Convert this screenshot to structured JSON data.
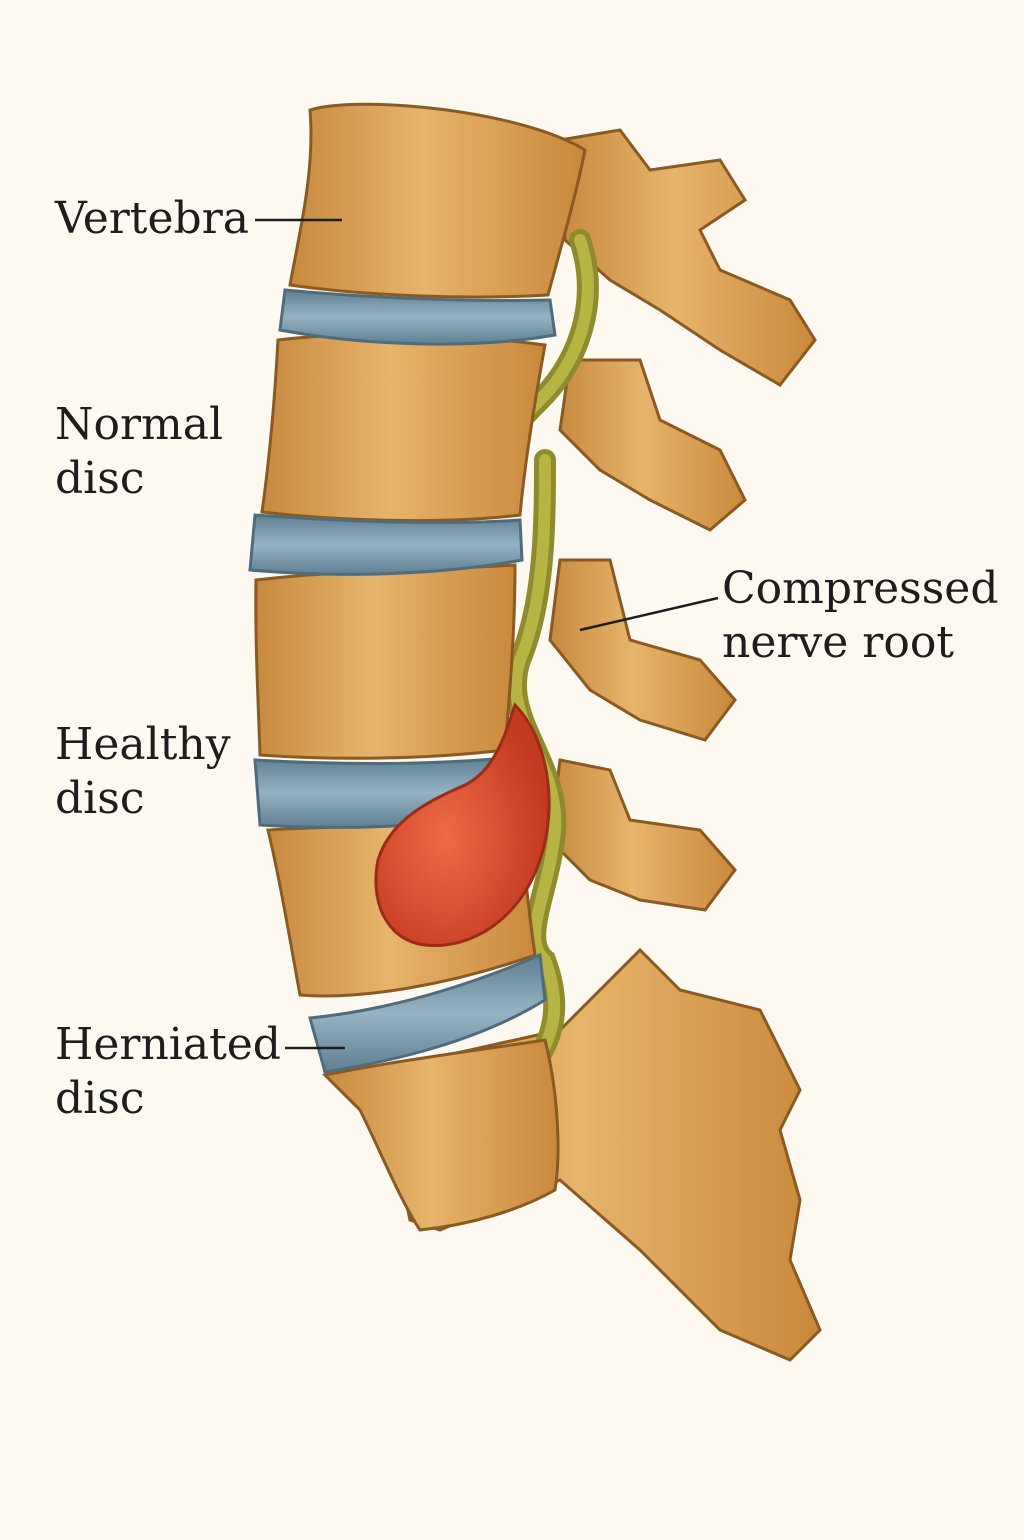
{
  "labels": {
    "vertebra": {
      "line1": "Vertebra"
    },
    "normal_disc": {
      "line1": "Normal",
      "line2": "disc"
    },
    "healthy_disc": {
      "line1": "Healthy",
      "line2": "disc"
    },
    "herniated_disc": {
      "line1": "Herniated",
      "line2": "disc"
    },
    "compressed_nerve_root": {
      "line1": "Compressed",
      "line2": "nerve root"
    }
  },
  "colors": {
    "background": "#fdf9f1",
    "bone": "#dca35a",
    "bone_outline": "#8a5a22",
    "disc": "#7f9fb0",
    "nerve": "#a9a63a",
    "herniation": "#d9472d",
    "leader_line": "#1d1d1d"
  }
}
